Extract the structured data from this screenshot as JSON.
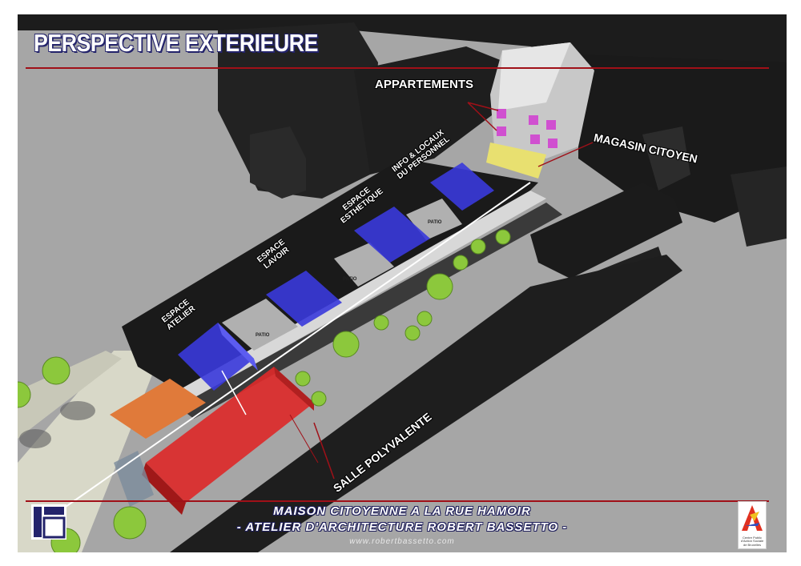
{
  "title": "PERSPECTIVE EXTERIEURE",
  "labels": {
    "appartements": "APPARTEMENTS",
    "magasin": "MAGASIN CITOYEN",
    "info_line1": "INFO & LOCAUX",
    "info_line2": "DU PERSONNEL",
    "esthetique_line1": "ESPACE",
    "esthetique_line2": "ESTHETIQUE",
    "lavoir_line1": "ESPACE",
    "lavoir_line2": "LAVOIR",
    "atelier_line1": "ESPACE",
    "atelier_line2": "ATELIER",
    "salle": "SALLE POLYVALENTE",
    "patio": "PATIO"
  },
  "footer": {
    "line1": "MAISON CITOYENNE A LA RUE HAMOIR",
    "line2": "-   ATELIER D'ARCHITECTURE ROBERT BASSETTO   -",
    "url": "www.robertbassetto.com"
  },
  "logo_right": {
    "caption_line1": "Centre Public",
    "caption_line2": "d'Action Sociale",
    "caption_line3": "de Bruxelles"
  },
  "colors": {
    "accent_line": "#a01018",
    "buildings": "#1e1e1e",
    "glass_blue": "#3a3adc",
    "glass_red": "#dc2a2a",
    "terrace": "#e07a3a",
    "store": "#e8e070",
    "windows": "#d050d0",
    "trees": "#8cc83c"
  }
}
